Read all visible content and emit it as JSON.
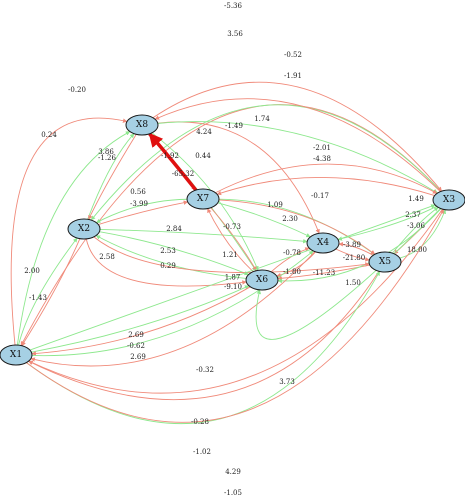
{
  "colors": {
    "positive": "#8ee88e",
    "negative": "#f08a7a",
    "strong_negative": "#e01010",
    "node_fill": "#a6d0e4"
  },
  "nodes": [
    {
      "id": "X1",
      "label": "X1"
    },
    {
      "id": "X2",
      "label": "X2"
    },
    {
      "id": "X3",
      "label": "X3"
    },
    {
      "id": "X4",
      "label": "X4"
    },
    {
      "id": "X5",
      "label": "X5"
    },
    {
      "id": "X6",
      "label": "X6"
    },
    {
      "id": "X7",
      "label": "X7"
    },
    {
      "id": "X8",
      "label": "X8"
    }
  ],
  "edges": [
    {
      "from": "X3",
      "to": "X1",
      "label": "-5.36",
      "sign": "negative"
    },
    {
      "from": "X3",
      "to": "X2",
      "label": "3.56",
      "sign": "positive"
    },
    {
      "from": "X8",
      "to": "X3",
      "label": "-0.52",
      "sign": "negative"
    },
    {
      "from": "X3",
      "to": "X8",
      "label": "-1.91",
      "sign": "negative"
    },
    {
      "from": "X1",
      "to": "X8",
      "label": "-0.20",
      "sign": "negative"
    },
    {
      "from": "X1",
      "to": "X8",
      "label": "0.24",
      "sign": "positive"
    },
    {
      "from": "X2",
      "to": "X8",
      "label": "3.86",
      "sign": "positive"
    },
    {
      "from": "X8",
      "to": "X2",
      "label": "-1.26",
      "sign": "negative"
    },
    {
      "from": "X8",
      "to": "X4",
      "label": "-1.49",
      "sign": "negative"
    },
    {
      "from": "X8",
      "to": "X3",
      "label": "1.74",
      "sign": "positive"
    },
    {
      "from": "X8",
      "to": "X6",
      "label": "4.24",
      "sign": "positive"
    },
    {
      "from": "X8",
      "to": "X7",
      "label": "-1.92",
      "sign": "negative"
    },
    {
      "from": "X8",
      "to": "X6",
      "label": "0.44",
      "sign": "positive"
    },
    {
      "from": "X7",
      "to": "X8",
      "label": "-65.32",
      "sign": "strong_negative"
    },
    {
      "from": "X7",
      "to": "X3",
      "label": "-2.01",
      "sign": "negative"
    },
    {
      "from": "X3",
      "to": "X7",
      "label": "-4.38",
      "sign": "negative"
    },
    {
      "from": "X7",
      "to": "X2",
      "label": "0.56",
      "sign": "positive"
    },
    {
      "from": "X2",
      "to": "X7",
      "label": "-3.99",
      "sign": "negative"
    },
    {
      "from": "X7",
      "to": "X5",
      "label": "1.09",
      "sign": "positive"
    },
    {
      "from": "X7",
      "to": "X5",
      "label": "-0.17",
      "sign": "negative"
    },
    {
      "from": "X7",
      "to": "X4",
      "label": "2.30",
      "sign": "positive"
    },
    {
      "from": "X7",
      "to": "X6",
      "label": "-0.73",
      "sign": "negative"
    },
    {
      "from": "X2",
      "to": "X4",
      "label": "2.84",
      "sign": "positive"
    },
    {
      "from": "X2",
      "to": "X6",
      "label": "2.53",
      "sign": "positive"
    },
    {
      "from": "X6",
      "to": "X2",
      "label": "0.29",
      "sign": "positive"
    },
    {
      "from": "X2",
      "to": "X6",
      "label": "2.58",
      "sign": "negative"
    },
    {
      "from": "X6",
      "to": "X7",
      "label": "1.21",
      "sign": "negative"
    },
    {
      "from": "X1",
      "to": "X2",
      "label": "2.00",
      "sign": "positive"
    },
    {
      "from": "X2",
      "to": "X1",
      "label": "-1.43",
      "sign": "negative"
    },
    {
      "from": "X5",
      "to": "X3",
      "label": "1.49",
      "sign": "positive"
    },
    {
      "from": "X3",
      "to": "X4",
      "label": "2.37",
      "sign": "positive"
    },
    {
      "from": "X5",
      "to": "X4",
      "label": "-3.89",
      "sign": "negative"
    },
    {
      "from": "X4",
      "to": "X5",
      "label": "-21.80",
      "sign": "negative"
    },
    {
      "from": "X3",
      "to": "X5",
      "label": "-3.06",
      "sign": "negative"
    },
    {
      "from": "X5",
      "to": "X3",
      "label": "18.00",
      "sign": "positive"
    },
    {
      "from": "X6",
      "to": "X4",
      "label": "-0.78",
      "sign": "negative"
    },
    {
      "from": "X4",
      "to": "X6",
      "label": "-1.80",
      "sign": "negative"
    },
    {
      "from": "X5",
      "to": "X6",
      "label": "-11.23",
      "sign": "negative"
    },
    {
      "from": "X3",
      "to": "X6",
      "label": "1.50",
      "sign": "positive"
    },
    {
      "from": "X2",
      "to": "X5",
      "label": "-9.10",
      "sign": "negative"
    },
    {
      "from": "X1",
      "to": "X6",
      "label": "2.69",
      "sign": "positive"
    },
    {
      "from": "X6",
      "to": "X1",
      "label": "-0.62",
      "sign": "negative"
    },
    {
      "from": "X1",
      "to": "X4",
      "label": "2.69",
      "sign": "positive"
    },
    {
      "from": "X4",
      "to": "X1",
      "label": "-0.32",
      "sign": "negative"
    },
    {
      "from": "X3",
      "to": "X6",
      "label": "3.73",
      "sign": "positive"
    },
    {
      "from": "X5",
      "to": "X1",
      "label": "-0.28",
      "sign": "negative"
    },
    {
      "from": "X3",
      "to": "X1",
      "label": "-1.02",
      "sign": "negative"
    },
    {
      "from": "X1",
      "to": "X5",
      "label": "4.29",
      "sign": "positive"
    },
    {
      "from": "X1",
      "to": "X3",
      "label": "-1.05",
      "sign": "negative"
    },
    {
      "from": "X1",
      "to": "X3",
      "label": "1.87",
      "sign": "positive"
    }
  ]
}
